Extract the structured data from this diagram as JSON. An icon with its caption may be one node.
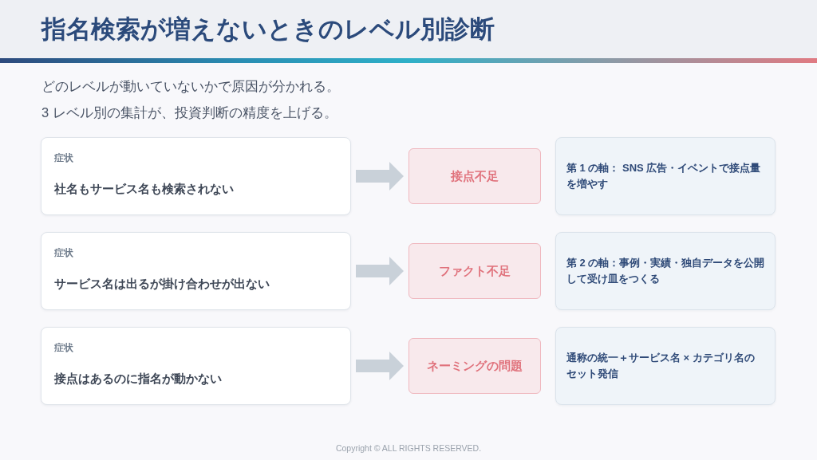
{
  "diagram": {
    "title": "指名検索が増えないときのレベル別診断",
    "nodes": [
      {
        "text": [
          "症状",
          "社名もサービス名も検索されない"
        ]
      },
      {
        "text": [
          "接点不足"
        ]
      },
      {
        "text": [
          "第 1 の軸： SNS 広告・イベントで接点量を増やす"
        ]
      },
      {
        "text": [
          "症状",
          "サービス名は出るが掛け合わせが出ない"
        ]
      },
      {
        "text": [
          "ファクト不足"
        ]
      },
      {
        "text": [
          "第 2 の軸：事例・実績・独自データを公開して受け皿をつくる"
        ]
      },
      {
        "text": [
          "症状",
          "接点はあるのに指名が動かない"
        ]
      },
      {
        "text": [
          "ネーミングの問題"
        ]
      },
      {
        "text": [
          "通称の統一＋サービス名 × カテゴリ名のセット発信"
        ]
      }
    ],
    "edges": [
      {
        "from": 0,
        "to": 1,
        "arrow": "to"
      },
      {
        "from": 3,
        "to": 4,
        "arrow": "to"
      },
      {
        "from": 6,
        "to": 7,
        "arrow": "to"
      }
    ],
    "labels": [
      "どのレベルが動いていないかで原因が分かれる。",
      "3 レベル別の集計が、投資判断の精度を上げる。",
      "Copyright © ALL RIGHTS RESERVED."
    ]
  }
}
